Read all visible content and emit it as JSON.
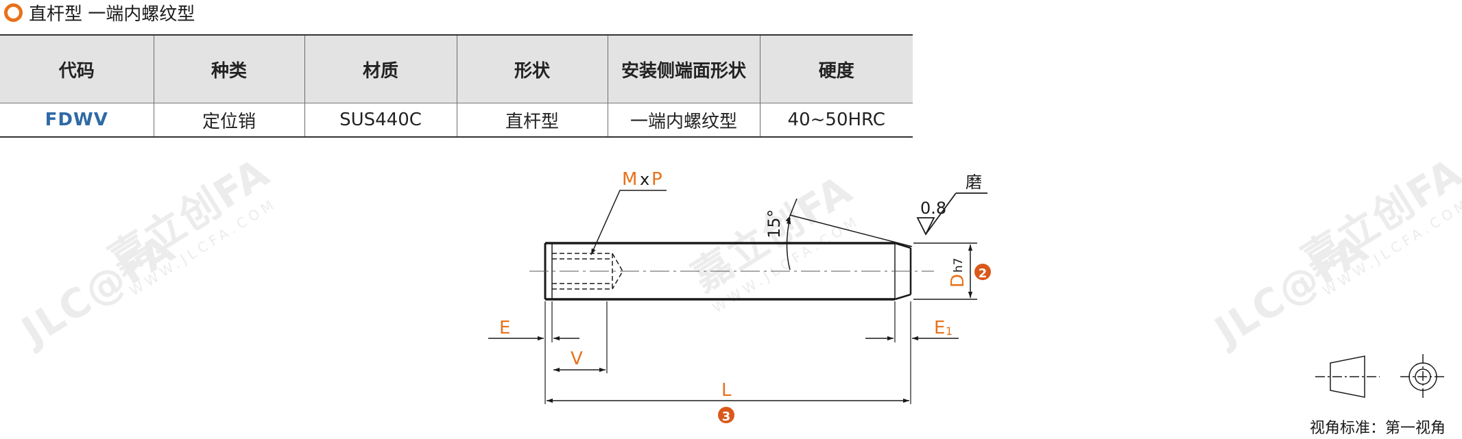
{
  "section": {
    "title": "直杆型 一端内螺纹型"
  },
  "table": {
    "headers": [
      "代码",
      "种类",
      "材质",
      "形状",
      "安装侧端面形状",
      "硬度"
    ],
    "row": [
      "FDWV",
      "定位销",
      "SUS440C",
      "直杆型",
      "一端内螺纹型",
      "40~50HRC"
    ]
  },
  "drawing": {
    "labels": {
      "mxp_m": "M",
      "mxp_x": "x",
      "mxp_p": "P",
      "angle": "15°",
      "roughness_value": "0.8",
      "roughness_note": "磨",
      "diameter": "D",
      "diameter_tol": "h7",
      "e": "E",
      "v": "V",
      "e1": "E",
      "e1_sub": "1",
      "l": "L",
      "badge_d": "2",
      "badge_l": "3"
    },
    "projection": {
      "label": "视角标准：第一视角"
    },
    "colors": {
      "accent": "#e8711a",
      "line": "#1a1a1a",
      "badge": "#d9581a"
    }
  },
  "watermark": {
    "brand": "嘉立创FA",
    "url": "WWW.JLCFA.COM",
    "logo": "JLC@FA"
  }
}
